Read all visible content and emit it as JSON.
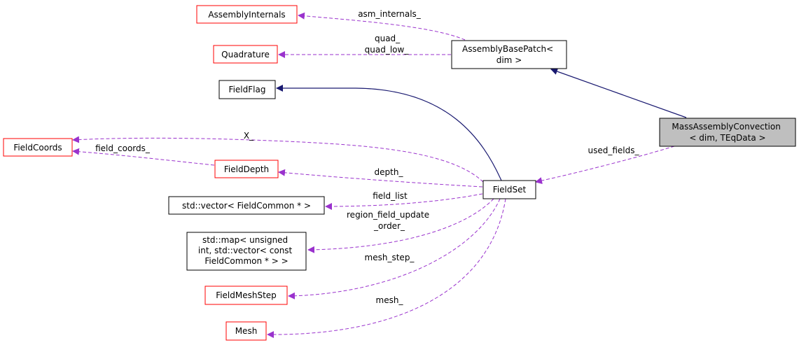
{
  "colors": {
    "inheritance_edge": "#191970",
    "usage_edge": "#9a32cd",
    "documented_border": "#000000",
    "undocumented_border": "#ff0000",
    "focus_fill": "#bfbfbf"
  },
  "nodes": {
    "assembly_internals": {
      "lines": [
        "AssemblyInternals"
      ],
      "border": "red"
    },
    "quadrature": {
      "lines": [
        "Quadrature"
      ],
      "border": "red"
    },
    "assembly_base_patch": {
      "lines": [
        "AssemblyBasePatch<",
        "dim >"
      ],
      "border": "black"
    },
    "field_flag": {
      "lines": [
        "FieldFlag"
      ],
      "border": "black"
    },
    "field_coords": {
      "lines": [
        "FieldCoords"
      ],
      "border": "red"
    },
    "field_depth": {
      "lines": [
        "FieldDepth"
      ],
      "border": "red"
    },
    "mass_assembly_convection": {
      "lines": [
        "MassAssemblyConvection",
        "< dim, TEqData >"
      ],
      "border": "black",
      "focus": true
    },
    "field_set": {
      "lines": [
        "FieldSet"
      ],
      "border": "black"
    },
    "std_vector": {
      "lines": [
        "std::vector< FieldCommon * >"
      ],
      "border": "black"
    },
    "std_map": {
      "lines": [
        "std::map< unsigned",
        "int, std::vector< const",
        "FieldCommon * > >"
      ],
      "border": "black"
    },
    "field_mesh_step": {
      "lines": [
        "FieldMeshStep"
      ],
      "border": "red"
    },
    "mesh": {
      "lines": [
        "Mesh"
      ],
      "border": "red"
    }
  },
  "edge_labels": {
    "asm_internals": [
      "asm_internals_"
    ],
    "quad": [
      "quad_",
      "quad_low_"
    ],
    "x": [
      "X_"
    ],
    "field_coords": [
      "field_coords_"
    ],
    "depth": [
      "depth_"
    ],
    "used_fields": [
      "used_fields_"
    ],
    "field_list": [
      "field_list"
    ],
    "region_field_update_order": [
      "region_field_update",
      "_order_"
    ],
    "mesh_step": [
      "mesh_step_"
    ],
    "mesh": [
      "mesh_"
    ]
  }
}
